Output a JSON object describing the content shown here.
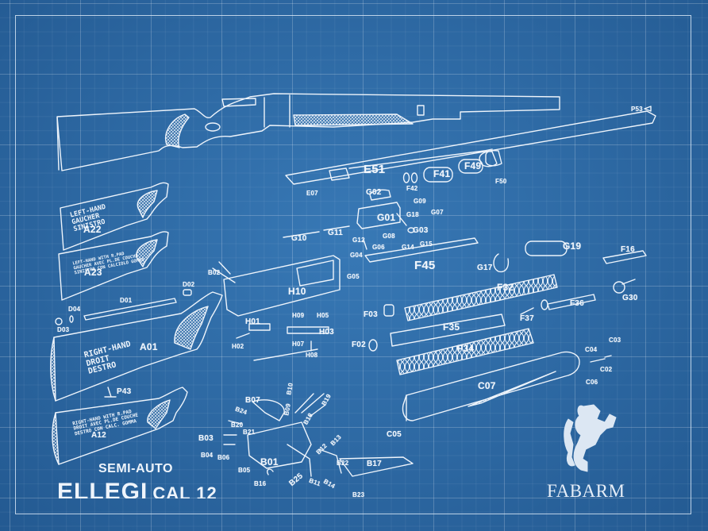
{
  "poster": {
    "subtitle": "SEMI-AUTO",
    "model": "ELLEGI",
    "caliber": "CAL 12",
    "brand": "FABARM",
    "brand_icon": "rampant-lion-icon",
    "colors": {
      "background": "#2b69a4",
      "grid_line": "#5d92c4",
      "ink": "#eef4fb"
    }
  },
  "stock_notes": {
    "A22": "LEFT-HAND\nGAUCHER\nSINISTRO",
    "A23": "LEFT-HAND WITH R.PAD\nGAUCHER AVEC PL.DE COUCHE\nSINISTRO CON CALCIOLO GOMMA",
    "A01": "RIGHT-HAND\nDROIT\nDESTRO",
    "A12": "RIGHT-HAND WITH R.PAD\nDROIT AVEC PL.DE COUCHE\nDESTRO CON CALC. GOMMA"
  },
  "parts": {
    "stocks": [
      "A22",
      "A23",
      "A01",
      "A12",
      "P43"
    ],
    "barrel": [
      "P53",
      "E51",
      "E07"
    ],
    "magazine": [
      "F42",
      "F41",
      "F49",
      "F50",
      "F45",
      "F32",
      "F35",
      "F34",
      "F03",
      "F02",
      "F37",
      "F36",
      "F16"
    ],
    "bolt": [
      "G02",
      "G01",
      "G09",
      "G18",
      "G07",
      "G03",
      "G10",
      "G11",
      "G12",
      "G08",
      "G04",
      "G06",
      "G14",
      "G15",
      "G05",
      "G17",
      "G19",
      "G30"
    ],
    "stock_bolt": [
      "D01",
      "D02",
      "D03",
      "D04"
    ],
    "receiver": [
      "H10",
      "B02",
      "H01",
      "H02",
      "H09",
      "H05",
      "H03",
      "H07",
      "H08"
    ],
    "trigger": [
      "B07",
      "B24",
      "B20",
      "B21",
      "B03",
      "B04",
      "B06",
      "B05",
      "B01",
      "B16",
      "B09",
      "B10",
      "B19",
      "B18",
      "B12",
      "B13",
      "B25",
      "B11",
      "B14",
      "B22",
      "B17",
      "B23"
    ],
    "forend": [
      "C07",
      "C05",
      "C06",
      "C04",
      "C03",
      "C02"
    ]
  }
}
